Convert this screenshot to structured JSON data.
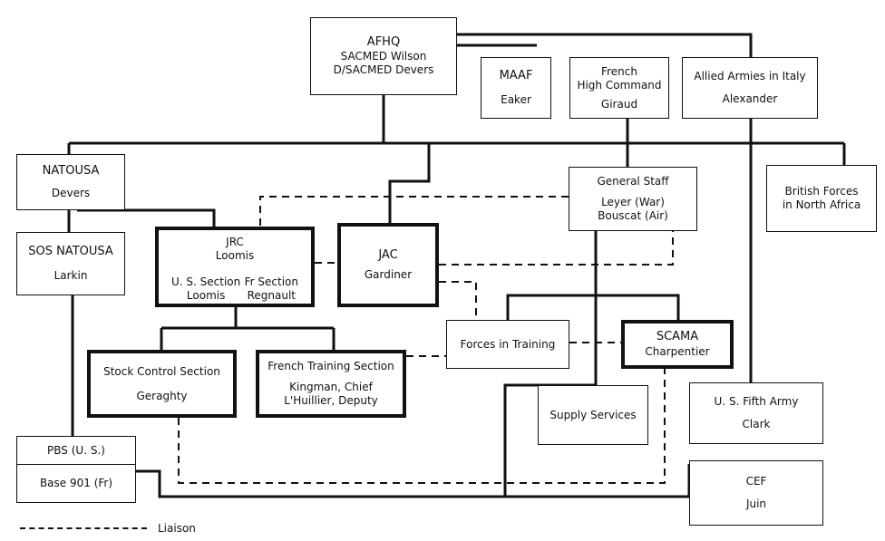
{
  "boxes": {
    "afhq": {
      "title": "AFHQ",
      "line1": "SACMED Wilson",
      "line2": "D/SACMED Devers"
    },
    "maaf": {
      "title": "MAAF",
      "line1": "Eaker"
    },
    "french_high_command": {
      "title1": "French",
      "title2": "High Command",
      "line1": "Giraud"
    },
    "allied_armies_italy": {
      "title": "Allied Armies in Italy",
      "line1": "Alexander"
    },
    "natousa": {
      "title": "NATOUSA",
      "line1": "Devers"
    },
    "general_staff": {
      "title": "General Staff",
      "line1": "Leyer (War)",
      "line2": "Bouscat (Air)"
    },
    "british_forces": {
      "line1": "British Forces",
      "line2": "in North Africa"
    },
    "sos_natousa": {
      "title": "SOS NATOUSA",
      "line1": "Larkin"
    },
    "jrc": {
      "title": "JRC",
      "line1": "Loomis",
      "us_section": "U. S. Section",
      "us_chief": "Loomis",
      "fr_section": "Fr Section",
      "fr_chief": "Regnault"
    },
    "jac": {
      "title": "JAC",
      "line1": "Gardiner"
    },
    "forces_in_training": {
      "title": "Forces in Training"
    },
    "scama": {
      "title": "SCAMA",
      "line1": "Charpentier"
    },
    "stock_control": {
      "title": "Stock Control Section",
      "line1": "Geraghty"
    },
    "french_training": {
      "title": "French Training Section",
      "line1": "Kingman, Chief",
      "line2": "L'Huillier, Deputy"
    },
    "supply_services": {
      "title": "Supply Services"
    },
    "us_fifth_army": {
      "title": "U. S. Fifth Army",
      "line1": "Clark"
    },
    "pbs": {
      "top": "PBS (U. S.)",
      "bottom": "Base 901 (Fr)"
    },
    "cef": {
      "title": "CEF",
      "line1": "Juin"
    }
  },
  "legend": {
    "liaison_label": "Liaison"
  }
}
